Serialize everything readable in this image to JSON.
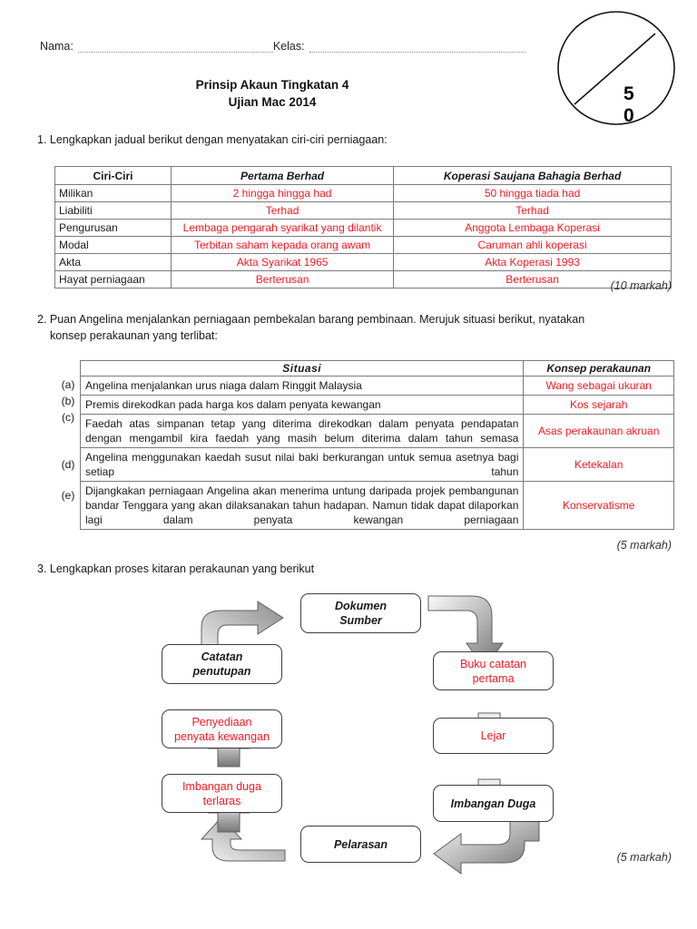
{
  "header": {
    "nama_label": "Nama:",
    "kelas_label": "Kelas:",
    "title_line1": "Prinsip Akaun Tingkatan 4",
    "title_line2": "Ujian Mac 2014",
    "marks_circle": {
      "digit_top": "5",
      "digit_bottom": "0"
    }
  },
  "colors": {
    "answer_red": "#ee1c25",
    "text": "#1a1a1a",
    "border": "#7a7a7a"
  },
  "q1": {
    "prompt": "1. Lengkapkan jadual berikut dengan menyatakan ciri-ciri perniagaan:",
    "marks": "(10 markah)",
    "table": {
      "headers": [
        "Ciri-Ciri",
        "Pertama Berhad",
        "Koperasi Saujana Bahagia Berhad"
      ],
      "rows": [
        {
          "ciri": "Milikan",
          "pertama": "2  hingga hingga had",
          "koperasi": "50 hingga tiada had"
        },
        {
          "ciri": "Liabiliti",
          "pertama": "Terhad",
          "koperasi": "Terhad"
        },
        {
          "ciri": "Pengurusan",
          "pertama": "Lembaga pengarah syarikat yang dilantik",
          "koperasi": "Anggota Lembaga Koperasi"
        },
        {
          "ciri": "Modal",
          "pertama": "Terbitan saham kepada orang awam",
          "koperasi": "Caruman ahli koperasi"
        },
        {
          "ciri": "Akta",
          "pertama": "Akta Syarikat 1965",
          "koperasi": "Akta Koperasi 1993"
        },
        {
          "ciri": "Hayat perniagaan",
          "pertama": "Berterusan",
          "koperasi": "Berterusan"
        }
      ]
    }
  },
  "q2": {
    "prompt_line1": "2. Puan Angelina menjalankan perniagaan pembekalan barang pembinaan. Merujuk situasi berikut, nyatakan",
    "prompt_line2": "konsep perakaunan yang terlibat:",
    "marks": "(5 markah)",
    "table": {
      "headers": [
        "Situasi",
        "Konsep perakaunan"
      ],
      "rows": [
        {
          "label": "(a)",
          "situasi": "Angelina menjalankan urus niaga dalam Ringgit Malaysia",
          "konsep": "Wang sebagai ukuran"
        },
        {
          "label": "(b)",
          "situasi": "Premis direkodkan pada harga kos dalam penyata kewangan",
          "konsep": "Kos sejarah"
        },
        {
          "label": "(c)",
          "situasi": "Faedah atas simpanan tetap yang diterima direkodkan dalam penyata pendapatan dengan mengambil kira faedah yang masih belum diterima dalam tahun semasa",
          "konsep": "Asas perakaunan akruan"
        },
        {
          "label": "(d)",
          "situasi": "Angelina menggunakan kaedah susut nilai baki berkurangan untuk semua asetnya bagi setiap tahun",
          "konsep": "Ketekalan"
        },
        {
          "label": "(e)",
          "situasi": "Dijangkakan perniagaan Angelina akan menerima untung daripada projek pembangunan bandar Tenggara yang akan dilaksanakan tahun hadapan. Namun tidak dapat dilaporkan lagi dalam penyata kewangan perniagaan",
          "konsep": "Konservatisme"
        }
      ]
    }
  },
  "q3": {
    "prompt": "3. Lengkapkan proses kitaran perakaunan yang berikut",
    "marks": "(5 markah)",
    "nodes": [
      {
        "id": "dokumen-sumber",
        "line1": "Dokumen",
        "line2": "Sumber",
        "style": "printed"
      },
      {
        "id": "buku-catatan-pertama",
        "line1": "Buku catatan",
        "line2": "pertama",
        "style": "answer"
      },
      {
        "id": "lejar",
        "line1": "Lejar",
        "line2": "",
        "style": "answer"
      },
      {
        "id": "imbangan-duga",
        "line1": "Imbangan Duga",
        "line2": "",
        "style": "printed"
      },
      {
        "id": "pelarasan",
        "line1": "Pelarasan",
        "line2": "",
        "style": "printed"
      },
      {
        "id": "imbangan-duga-terlaras",
        "line1": "Imbangan duga",
        "line2": "terlaras",
        "style": "answer"
      },
      {
        "id": "penyediaan-penyata",
        "line1": "Penyediaan",
        "line2": "penyata kewangan",
        "style": "answer"
      },
      {
        "id": "catatan-penutupan",
        "line1": "Catatan",
        "line2": "penutupan",
        "style": "printed"
      }
    ]
  }
}
